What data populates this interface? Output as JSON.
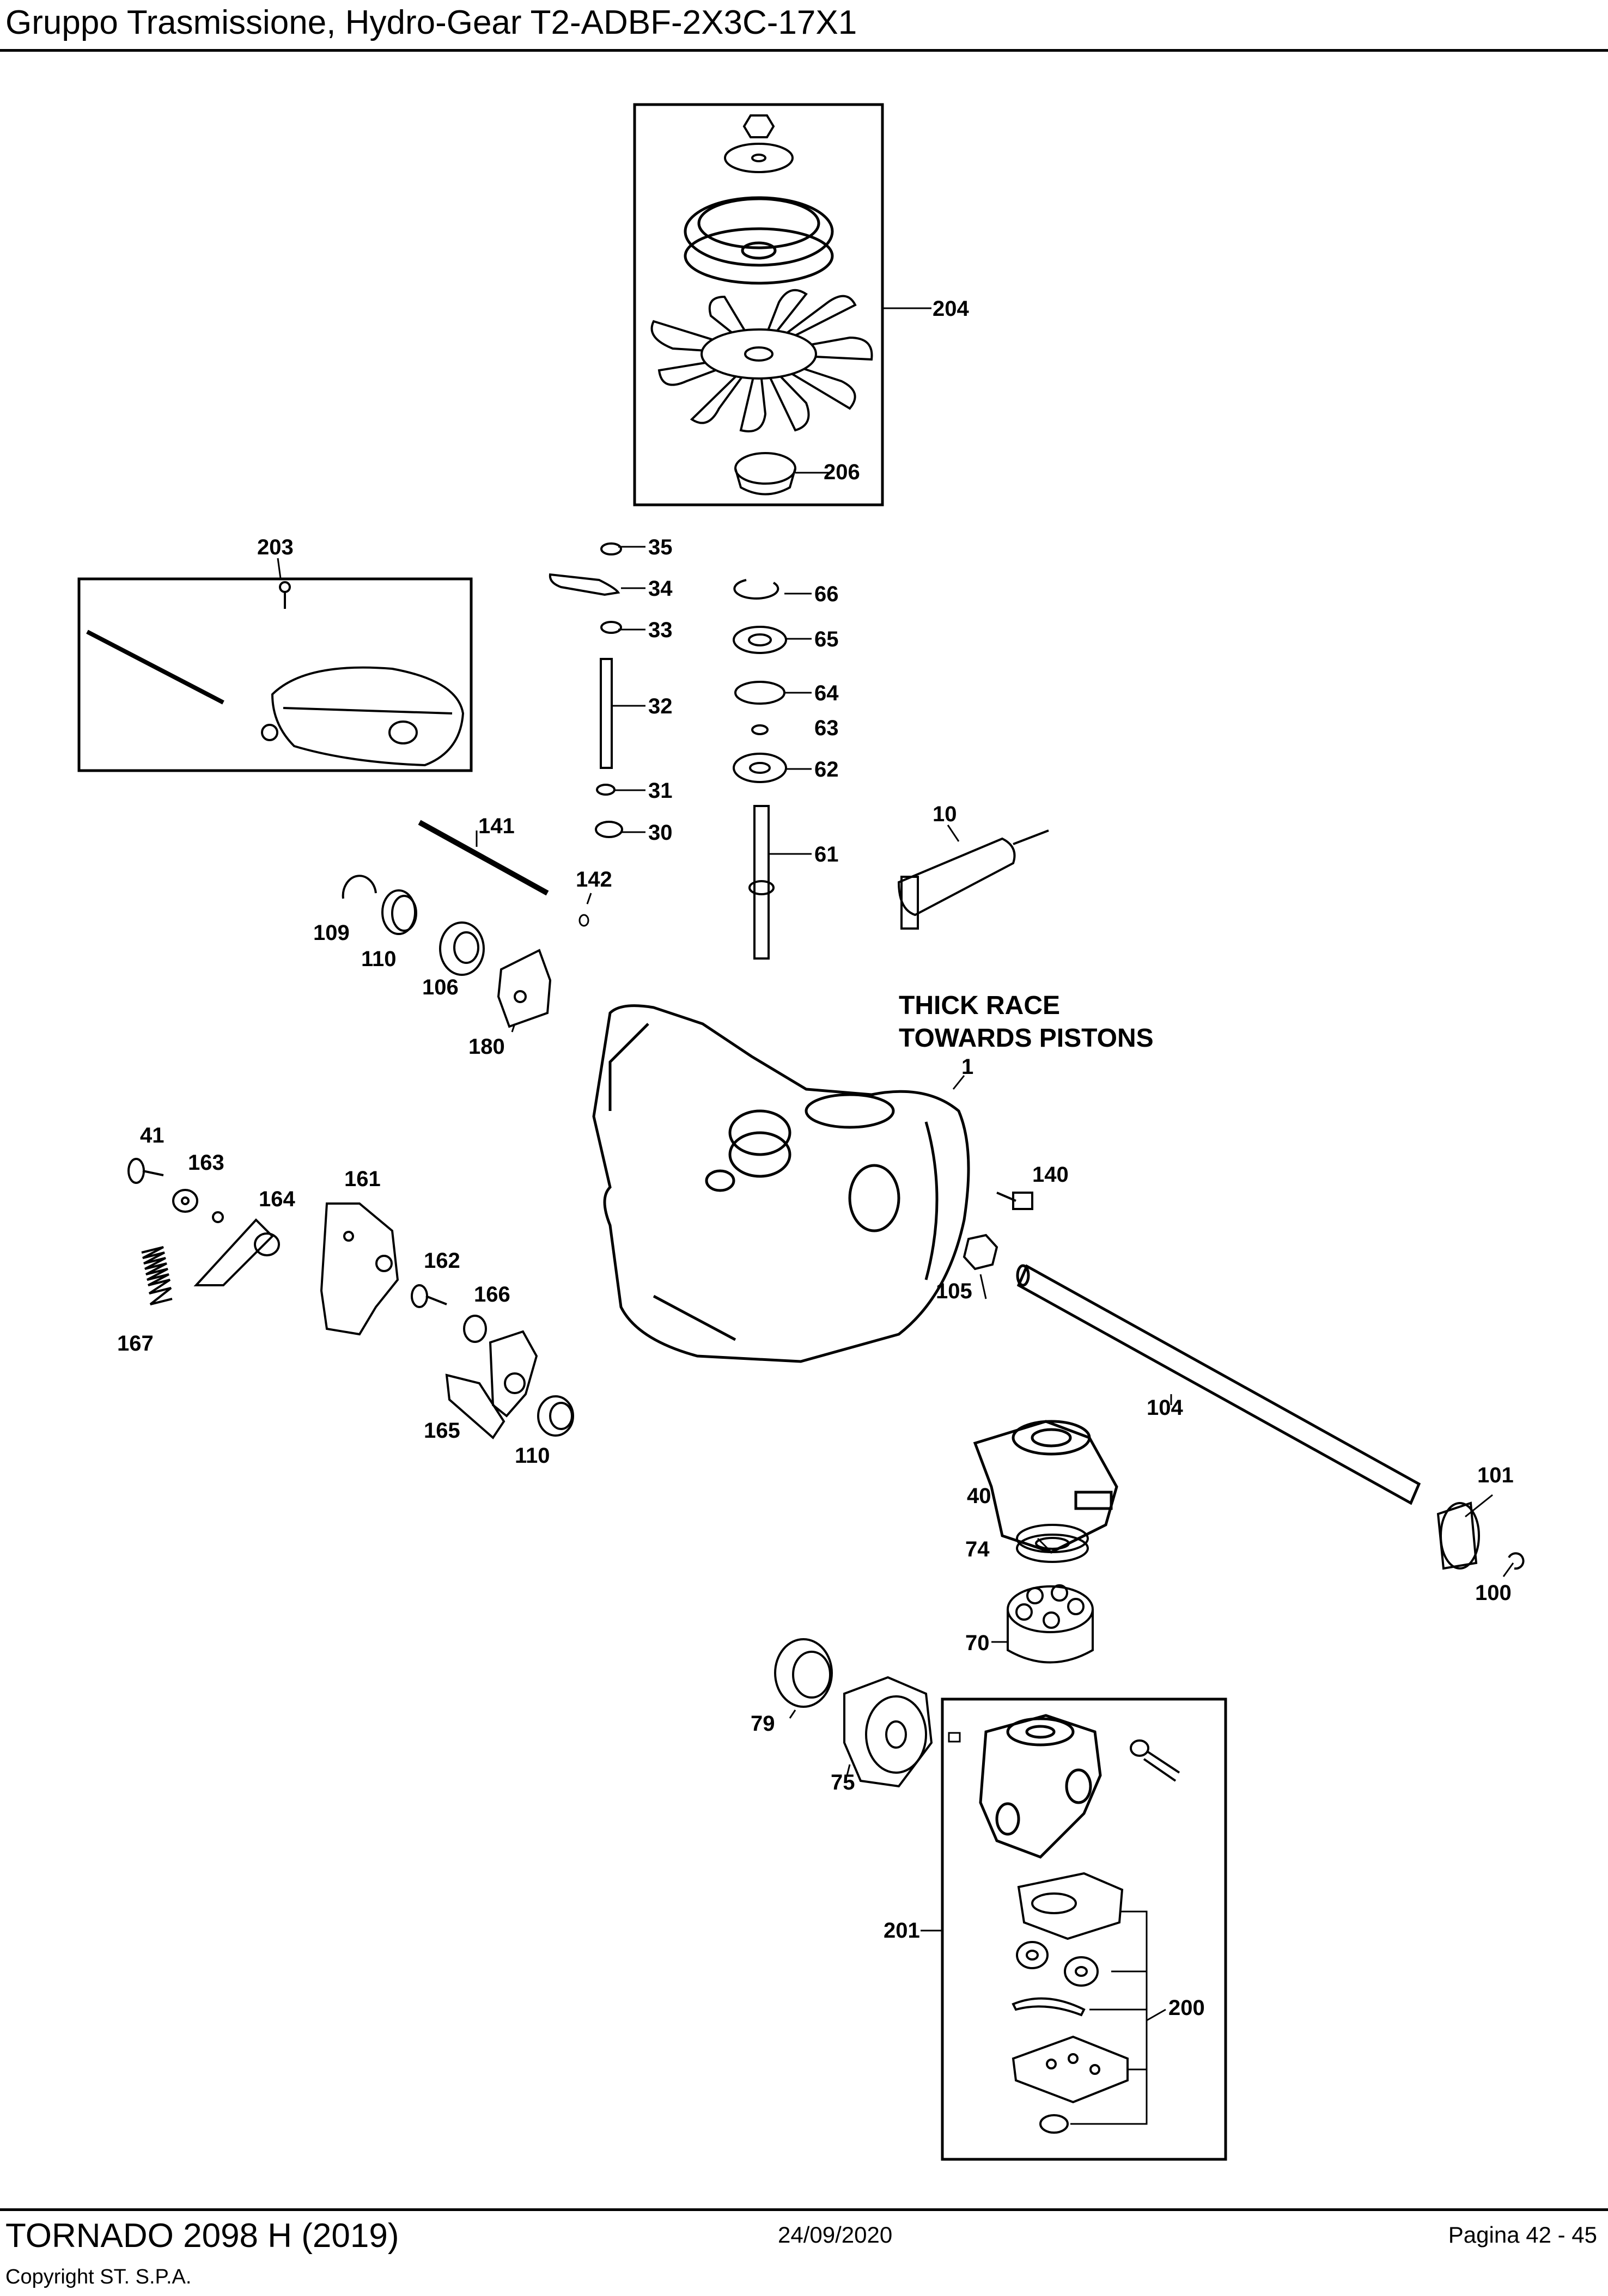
{
  "header": {
    "title": "Gruppo Trasmissione, Hydro-Gear T2-ADBF-2X3C-17X1"
  },
  "note": {
    "line1": "THICK RACE",
    "line2": "TOWARDS PISTONS"
  },
  "callouts": {
    "c1": "1",
    "c10": "10",
    "c30": "30",
    "c31": "31",
    "c32": "32",
    "c33": "33",
    "c34": "34",
    "c35": "35",
    "c40": "40",
    "c41": "41",
    "c61": "61",
    "c62": "62",
    "c63": "63",
    "c64": "64",
    "c65": "65",
    "c66": "66",
    "c70": "70",
    "c74": "74",
    "c75": "75",
    "c79": "79",
    "c100": "100",
    "c101": "101",
    "c104": "104",
    "c105": "105",
    "c106": "106",
    "c109": "109",
    "c110a": "110",
    "c110b": "110",
    "c140": "140",
    "c141": "141",
    "c142": "142",
    "c161": "161",
    "c162": "162",
    "c163": "163",
    "c164": "164",
    "c165": "165",
    "c166": "166",
    "c167": "167",
    "c180": "180",
    "c200": "200",
    "c201": "201",
    "c203": "203",
    "c204": "204",
    "c206": "206"
  },
  "footer": {
    "model": "TORNADO 2098 H (2019)",
    "copyright": "Copyright ST. S.P.A.",
    "date": "24/09/2020",
    "page": "Pagina 42 - 45"
  }
}
